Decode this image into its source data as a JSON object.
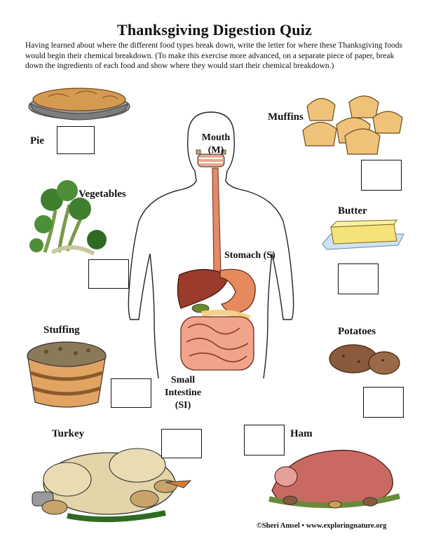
{
  "title": "Thanksgiving Digestion Quiz",
  "instructions": "Having learned about where the different food types break down, write the letter for where these Thanksgiving foods would begin their chemical breakdown. (To make this exercise more advanced, on a separate piece of paper, break down the ingredients of each food and show where they would start their chemical breakdown.)",
  "foods": {
    "pie": "Pie",
    "vegetables": "Vegetables",
    "stuffing": "Stuffing",
    "turkey": "Turkey",
    "muffins": "Muffins",
    "butter": "Butter",
    "potatoes": "Potatoes",
    "ham": "Ham"
  },
  "organs": {
    "mouth": "Mouth",
    "mouth_code": "(M)",
    "stomach": "Stomach (S)",
    "small_intestine_line1": "Small",
    "small_intestine_line2": "Intestine",
    "small_intestine_code": "(SI)"
  },
  "credit": "©Sheri Amsel • www.exploringnature.org",
  "colors": {
    "pie_crust": "#d59a52",
    "pie_tin": "#9a9a9a",
    "muffin": "#efc27a",
    "butter": "#f6e27a",
    "butter_plate": "#cfe3f3",
    "potato": "#8a5a3c",
    "ham": "#c96a62",
    "turkey": "#e3d5a8",
    "stuffing": "#8b7a5a",
    "basket": "#e2a463",
    "greens": "#3f7f2e",
    "esophagus": "#e58a66",
    "liver": "#9a3b2c",
    "stomach": "#e68a5e",
    "intestine": "#f0a48a"
  }
}
